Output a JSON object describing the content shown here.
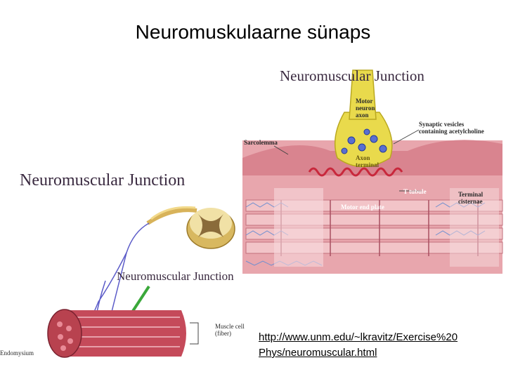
{
  "slide": {
    "title": "Neuromuskulaarne sünaps"
  },
  "right_figure": {
    "title": "Neuromuscular Junction",
    "labels": {
      "motor_neuron_axon_1": "Motor",
      "motor_neuron_axon_2": "neuron",
      "motor_neuron_axon_3": "axon",
      "synaptic_vesicles_1": "Synaptic vesicles",
      "synaptic_vesicles_2": "containing acetylcholine",
      "sarcolemma": "Sarcolemma",
      "axon_terminal_1": "Axon",
      "axon_terminal_2": "terminal",
      "t_tubule": "T tubule",
      "terminal_cisternae_1": "Terminal",
      "terminal_cisternae_2": "cisternae",
      "motor_end_plate": "Motor end plate"
    }
  },
  "left_figure": {
    "title": "Neuromuscular Junction",
    "mid_label": "Neuromuscular Junction",
    "labels": {
      "muscle_cell_1": "Muscle cell",
      "muscle_cell_2": "(fiber)",
      "endomysium": "Endomysium"
    }
  },
  "source": {
    "url_line1": "http://www.unm.edu/~lkravitz/Exercise%20",
    "url_line2": "Phys/neuromuscular.html"
  }
}
